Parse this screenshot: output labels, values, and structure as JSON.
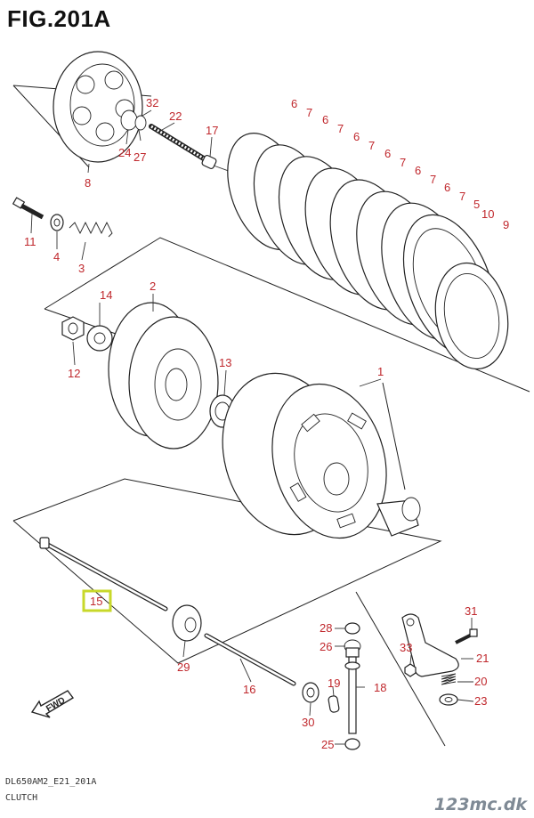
{
  "title": "FIG.201A",
  "footer": {
    "code": "DL650AM2_E21_201A",
    "name": "CLUTCH"
  },
  "watermark": "123mc.dk",
  "fwd_label": "FWD",
  "highlight_color": "#c8d82a",
  "callout_color": "#c0282d",
  "callouts": [
    {
      "id": "c32",
      "label": "32"
    },
    {
      "id": "c22",
      "label": "22"
    },
    {
      "id": "c17",
      "label": "17"
    },
    {
      "id": "c24",
      "label": "24"
    },
    {
      "id": "c27",
      "label": "27"
    },
    {
      "id": "c8",
      "label": "8"
    },
    {
      "id": "c11",
      "label": "11"
    },
    {
      "id": "c4",
      "label": "4"
    },
    {
      "id": "c3",
      "label": "3"
    },
    {
      "id": "c6a",
      "label": "6"
    },
    {
      "id": "c7a",
      "label": "7"
    },
    {
      "id": "c6b",
      "label": "6"
    },
    {
      "id": "c7b",
      "label": "7"
    },
    {
      "id": "c6c",
      "label": "6"
    },
    {
      "id": "c7c",
      "label": "7"
    },
    {
      "id": "c6d",
      "label": "6"
    },
    {
      "id": "c7d",
      "label": "7"
    },
    {
      "id": "c6e",
      "label": "6"
    },
    {
      "id": "c7e",
      "label": "7"
    },
    {
      "id": "c6f",
      "label": "6"
    },
    {
      "id": "c7f",
      "label": "7"
    },
    {
      "id": "c5",
      "label": "5"
    },
    {
      "id": "c10",
      "label": "10"
    },
    {
      "id": "c9",
      "label": "9"
    },
    {
      "id": "c14",
      "label": "14"
    },
    {
      "id": "c2",
      "label": "2"
    },
    {
      "id": "c12",
      "label": "12"
    },
    {
      "id": "c13",
      "label": "13"
    },
    {
      "id": "c1",
      "label": "1"
    },
    {
      "id": "c15",
      "label": "15"
    },
    {
      "id": "c28",
      "label": "28"
    },
    {
      "id": "c26",
      "label": "26"
    },
    {
      "id": "c29",
      "label": "29"
    },
    {
      "id": "c16",
      "label": "16"
    },
    {
      "id": "c19",
      "label": "19"
    },
    {
      "id": "c18",
      "label": "18"
    },
    {
      "id": "c30",
      "label": "30"
    },
    {
      "id": "c25",
      "label": "25"
    },
    {
      "id": "c31",
      "label": "31"
    },
    {
      "id": "c33",
      "label": "33"
    },
    {
      "id": "c21",
      "label": "21"
    },
    {
      "id": "c20",
      "label": "20"
    },
    {
      "id": "c23",
      "label": "23"
    }
  ]
}
